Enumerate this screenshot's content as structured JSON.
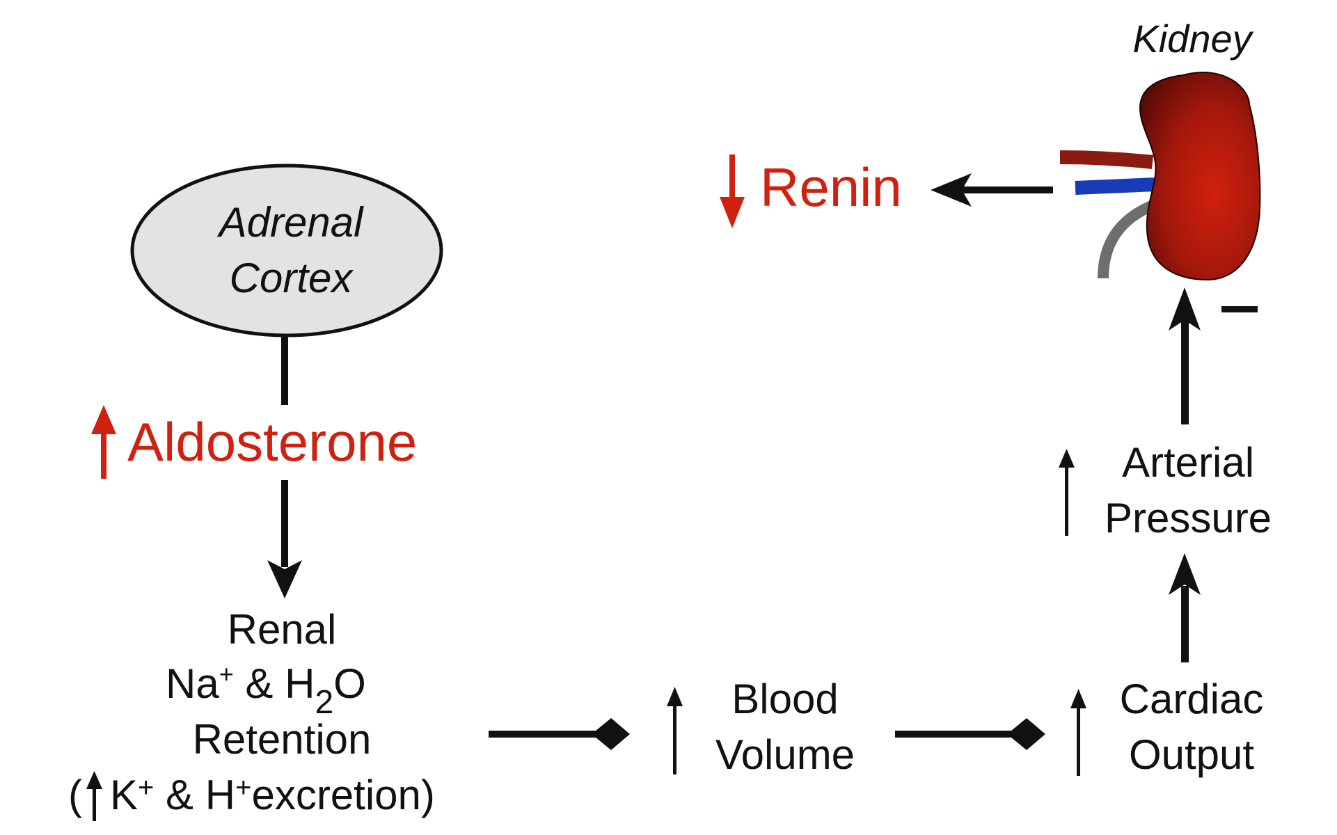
{
  "organ_label": "Kidney",
  "gland": {
    "line1": "Adrenal",
    "line2": "Cortex"
  },
  "hormones": {
    "aldosterone": {
      "label": "Aldosterone",
      "direction": "up"
    },
    "renin": {
      "label": "Renin",
      "direction": "down"
    }
  },
  "renal_retention": {
    "line1": "Renal",
    "na": "Na",
    "na_charge": "+",
    "amp": " & H",
    "h2o_sub": "2",
    "o": "O",
    "line3": "Retention",
    "open_paren": "(",
    "k": "K",
    "k_charge": "+",
    "h_part": " & H",
    "h_charge": "+",
    "excretion": "excretion)"
  },
  "blood_volume": {
    "line1": "Blood",
    "line2": "Volume"
  },
  "cardiac_output": {
    "line1": "Cardiac",
    "line2": "Output"
  },
  "arterial_pressure": {
    "line1": "Arterial",
    "line2": "Pressure"
  },
  "feedback_sign": "–",
  "colors": {
    "red_text": "#d0200f",
    "ellipse_fill": "#e3e3e3",
    "kidney_dark": "#5a0c07",
    "kidney_light": "#d0200f",
    "artery": "#8b1a10",
    "vein": "#1a3bb8",
    "ureter": "#6e6e6e"
  }
}
